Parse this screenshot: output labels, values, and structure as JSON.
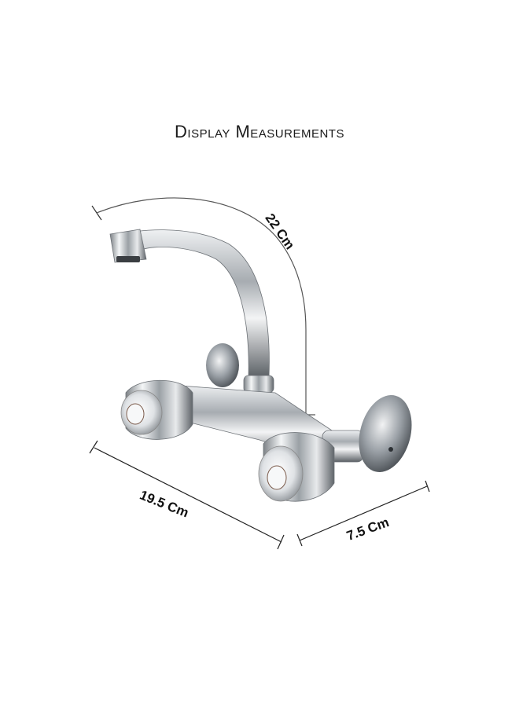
{
  "title": "Display Measurements",
  "dimensions": {
    "height": {
      "label": "22 Cm",
      "value": 22,
      "unit": "Cm"
    },
    "width": {
      "label": "19.5 Cm",
      "value": 19.5,
      "unit": "Cm"
    },
    "depth": {
      "label": "7.5 Cm",
      "value": 7.5,
      "unit": "Cm"
    }
  },
  "product": {
    "type": "wall-mounted sink mixer faucet",
    "finish_color": "#c8ccd0"
  },
  "colors": {
    "background": "#ffffff",
    "dimension_line": "#222222",
    "arc_line": "#555555",
    "text": "#111111"
  }
}
